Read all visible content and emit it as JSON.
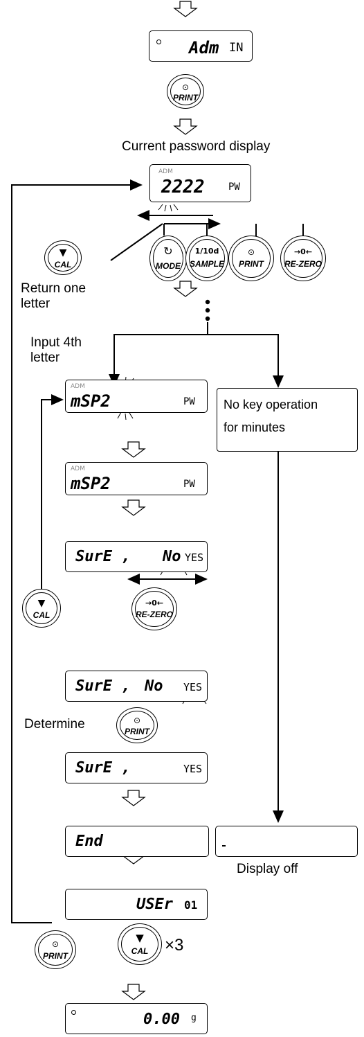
{
  "labels": {
    "current_password": "Current password display",
    "return_one_line1": "Return one",
    "return_one_line2": "letter",
    "input_4th_line1": "Input 4th",
    "input_4th_line2": "letter",
    "no_key_line1": "No key operation",
    "no_key_line2": "for minutes",
    "determine": "Determine",
    "display_off": "Display off",
    "times3": "×3"
  },
  "displays": {
    "adm_in": {
      "main": "Adm",
      "right": "IN"
    },
    "password": {
      "small": "ADM",
      "main": "2222",
      "unit": "PW"
    },
    "msp2_blink": {
      "small": "ADM",
      "main": "mSP2",
      "unit": "PW"
    },
    "msp2": {
      "small": "ADM",
      "main": "mSP2",
      "unit": "PW"
    },
    "sure_no": {
      "main": "SurE ,",
      "no": "No",
      "yes": "YES"
    },
    "sure_yes_blink": {
      "main": "SurE ,",
      "no": "No",
      "yes": "YES"
    },
    "sure_yes": {
      "main": "SurE ,",
      "yes": "YES"
    },
    "end": {
      "main": "End"
    },
    "user": {
      "main": "USEr",
      "num": "01"
    },
    "weight": {
      "main": "0.00",
      "unit": "g"
    }
  },
  "keys": {
    "print": {
      "sym": "⊙",
      "label": "PRINT"
    },
    "cal": {
      "sym": "▼",
      "label": "CAL"
    },
    "mode": {
      "sym": "↻",
      "label": "MODE"
    },
    "sample": {
      "sym": "1/10d",
      "label": "SAMPLE"
    },
    "rezero": {
      "sym": "→0←",
      "label": "RE-ZERO"
    }
  }
}
